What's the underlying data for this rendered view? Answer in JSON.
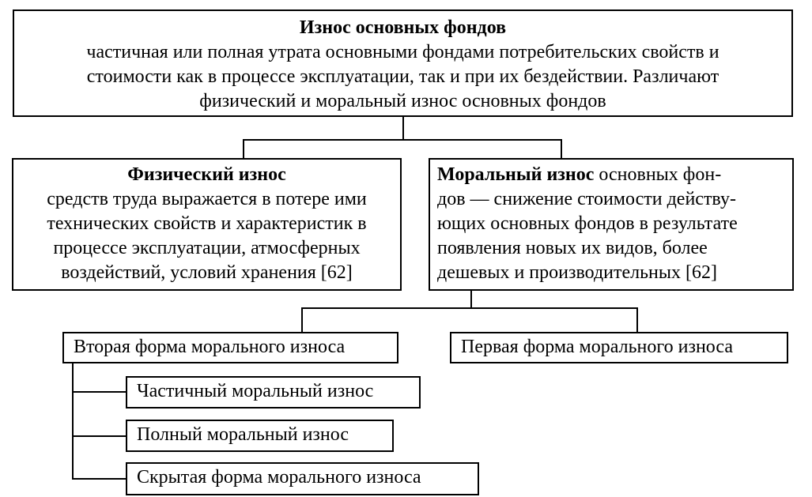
{
  "top": {
    "title": "Износ основных фондов",
    "lines": [
      "частичная или полная утрата основными фондами потребительских свойств и",
      "стоимости как в процессе эксплуатации, так и при их бездействии. Различают",
      "физический и моральный износ основных фондов"
    ]
  },
  "physical": {
    "title": "Физический износ",
    "lines": [
      "средств труда выражается в потере ими",
      "технических свойств и характеристик в",
      "процессе эксплуатации, атмосферных",
      "воздействий, условий хранения [62]"
    ]
  },
  "moral": {
    "title": "Моральный износ",
    "first_line_rest": " основных фон-",
    "lines": [
      "дов — снижение стоимости действу-",
      "ющих основных фондов в результате",
      "появления новых их видов, более",
      "дешевых и производительных [62]"
    ]
  },
  "forms": {
    "second": "Вторая форма морального износа",
    "first": "Первая форма морального износа"
  },
  "subforms": {
    "partial": "Частичный моральный износ",
    "full": "Полный моральный износ",
    "hidden": "Скрытая форма морального износа"
  }
}
